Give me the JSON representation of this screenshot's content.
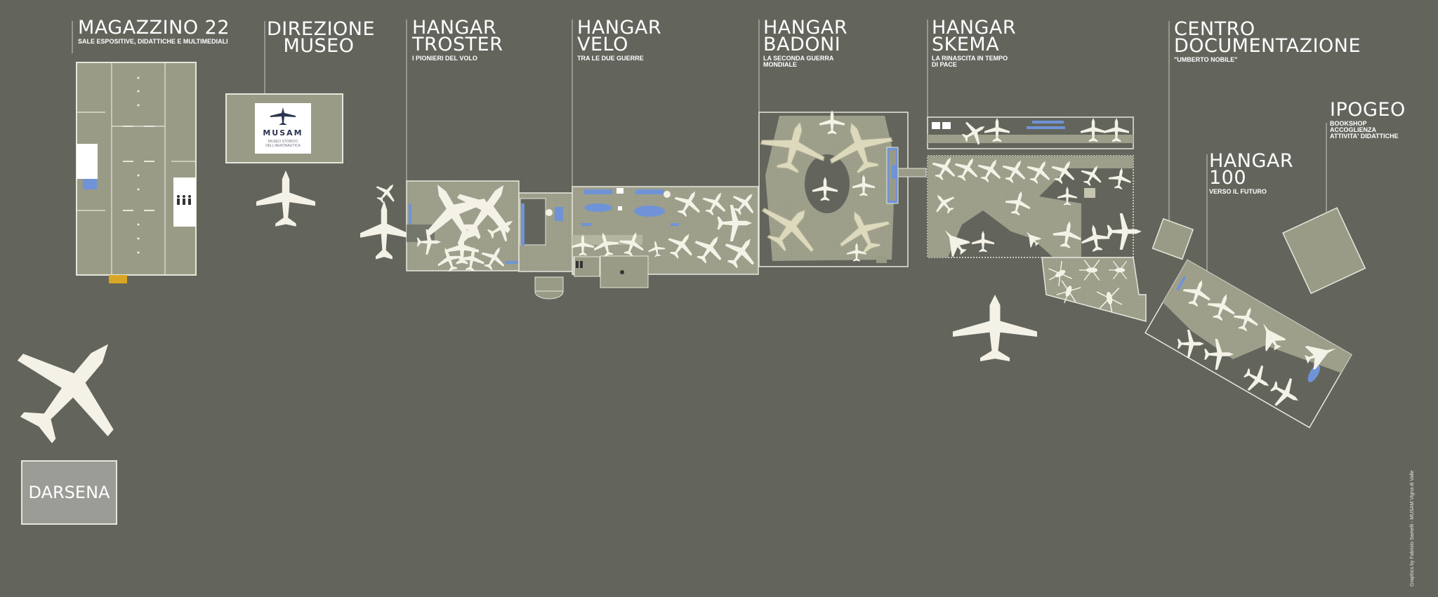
{
  "areas": {
    "magazzino": {
      "title": "MAGAZZINO 22",
      "subtitle": "SALE ESPOSITIVE, DIDATTICHE E MULTIMEDIALI"
    },
    "direzione": {
      "title": "DIREZIONE\nMUSEO",
      "logo_text": "MUSAM",
      "logo_subtext": "MUSEO STORICO DELL'AERONAUTICA"
    },
    "troster": {
      "title": "HANGAR\nTROSTER",
      "subtitle": "I PIONIERI DEL VOLO"
    },
    "velo": {
      "title": "HANGAR\nVELO",
      "subtitle": "TRA LE DUE GUERRE"
    },
    "badoni": {
      "title": "HANGAR\nBADONI",
      "subtitle": "LA SECONDA GUERRA\nMONDIALE"
    },
    "skema": {
      "title": "HANGAR\nSKEMA",
      "subtitle": "LA RINASCITA IN TEMPO\nDI PACE"
    },
    "centro": {
      "title": "CENTRO\nDOCUMENTAZIONE",
      "subtitle": "\"UMBERTO NOBILE\""
    },
    "hangar100": {
      "title": "HANGAR\n100",
      "subtitle": "VERSO IL FUTURO"
    },
    "ipogeo": {
      "title": "IPOGEO",
      "subtitle": "BOOKSHOP\nACCOGLIENZA\nATTIVITA' DIDATTICHE"
    },
    "darsena": {
      "title": "DARSENA"
    }
  },
  "credit": "Graphics by Fabrizio Samelli - MUSAM Vigna di Valle",
  "colors": {
    "background": "#63655d",
    "floor": "#9a9b86",
    "building_outline": "#e6e6dc",
    "display_panels": "#6f93d6",
    "aircraft": "#f4f2e6",
    "restroom_sign": "#ffffff",
    "exit_marker": "#d9a524"
  },
  "icons": [
    "airplane-icon",
    "helicopter-icon",
    "restroom-icon",
    "info-icon",
    "stairs-icon",
    "logo-icon"
  ]
}
